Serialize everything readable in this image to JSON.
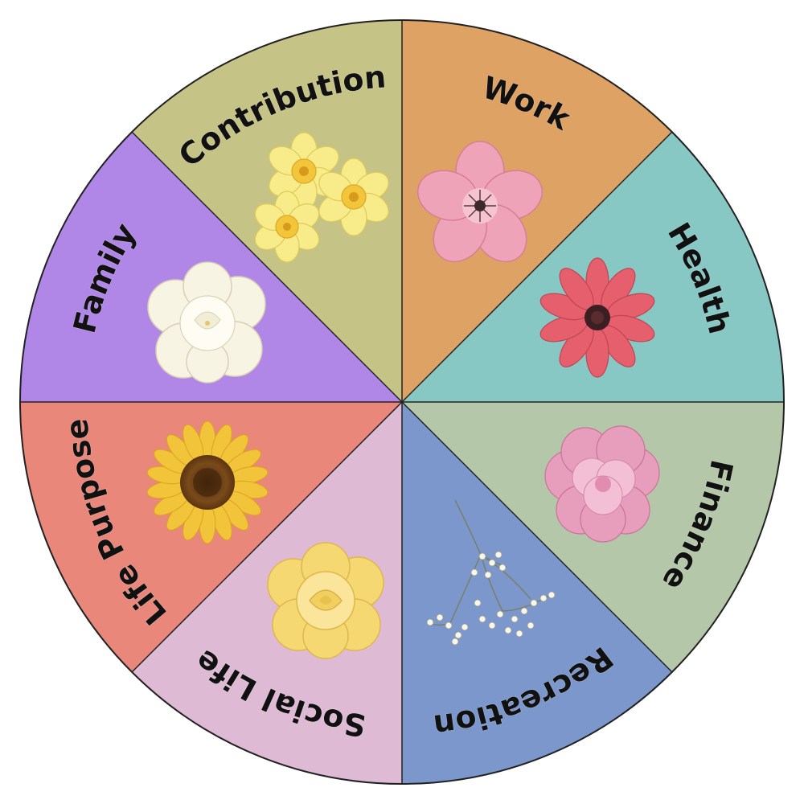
{
  "wheel": {
    "segments": [
      {
        "label": "Work",
        "color": "#DFA265",
        "flower": "pink-blossom-icon"
      },
      {
        "label": "Health",
        "color": "#87C8C5",
        "flower": "red-dahlia-icon"
      },
      {
        "label": "Finance",
        "color": "#B4C8A9",
        "flower": "pink-peony-icon"
      },
      {
        "label": "Recreation",
        "color": "#7C97CB",
        "flower": "babys-breath-icon"
      },
      {
        "label": "Social Life",
        "color": "#DEBAD5",
        "flower": "yellow-rose-icon"
      },
      {
        "label": "Life Purpose",
        "color": "#E8877A",
        "flower": "sunflower-icon"
      },
      {
        "label": "Family",
        "color": "#B087E6",
        "flower": "white-gardenia-icon"
      },
      {
        "label": "Contribution",
        "color": "#C6C386",
        "flower": "yellow-daffodils-icon"
      }
    ]
  }
}
